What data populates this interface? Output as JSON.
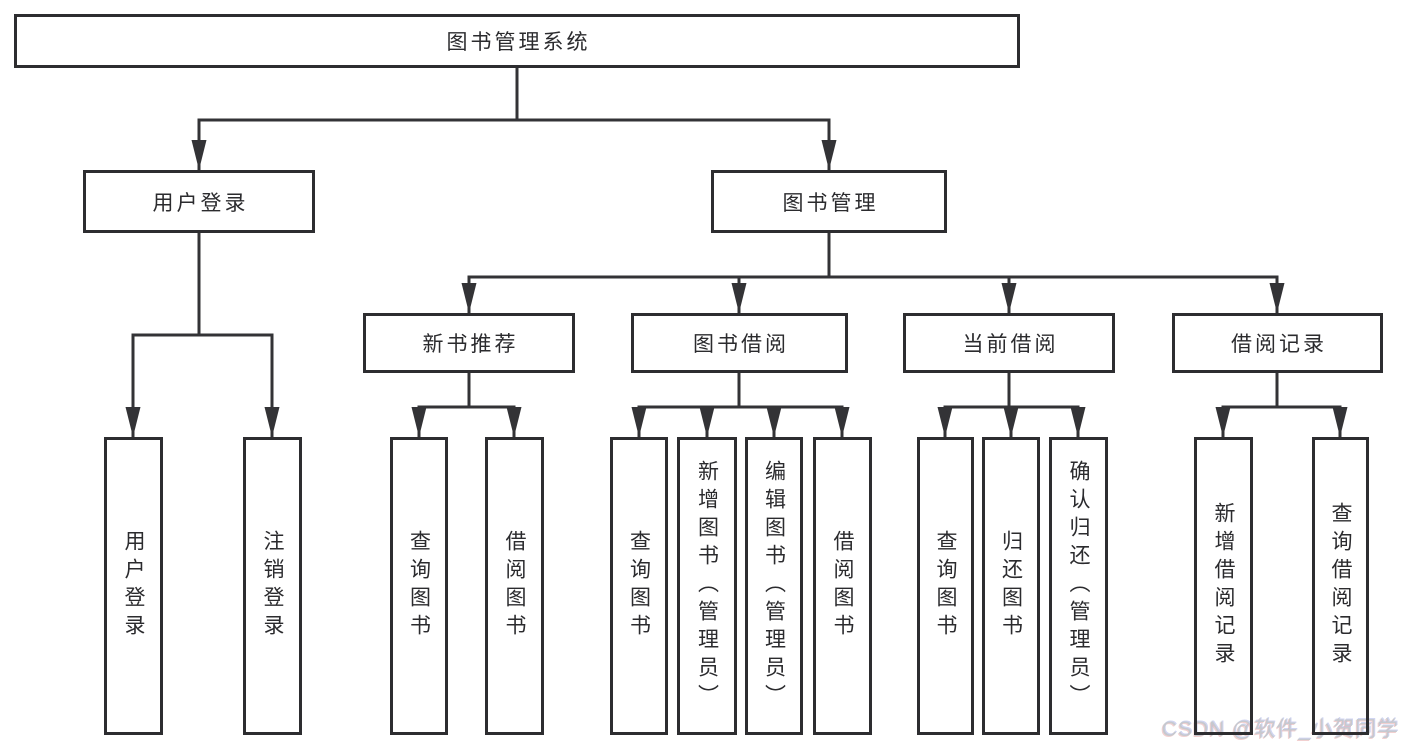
{
  "diagram": {
    "title_node": {
      "label": "图书管理系统"
    },
    "level2": [
      {
        "label": "用户登录",
        "parent": "图书管理系统"
      },
      {
        "label": "图书管理",
        "parent": "图书管理系统"
      }
    ],
    "level3": [
      {
        "label": "新书推荐",
        "parent": "图书管理"
      },
      {
        "label": "图书借阅",
        "parent": "图书管理"
      },
      {
        "label": "当前借阅",
        "parent": "图书管理"
      },
      {
        "label": "借阅记录",
        "parent": "图书管理"
      }
    ],
    "level4": [
      {
        "label": "用户登录",
        "parent": "用户登录"
      },
      {
        "label": "注销登录",
        "parent": "用户登录"
      },
      {
        "label": "查询图书",
        "parent": "新书推荐"
      },
      {
        "label": "借阅图书",
        "parent": "新书推荐"
      },
      {
        "label": "查询图书",
        "parent": "图书借阅"
      },
      {
        "label": "新增图书（管理员）",
        "parent": "图书借阅"
      },
      {
        "label": "编辑图书（管理员）",
        "parent": "图书借阅"
      },
      {
        "label": "借阅图书",
        "parent": "图书借阅"
      },
      {
        "label": "查询图书",
        "parent": "当前借阅"
      },
      {
        "label": "归还图书",
        "parent": "当前借阅"
      },
      {
        "label": "确认归还（管理员）",
        "parent": "当前借阅"
      },
      {
        "label": "新增借阅记录",
        "parent": "借阅记录"
      },
      {
        "label": "查询借阅记录",
        "parent": "借阅记录"
      }
    ]
  },
  "watermark": {
    "text": "CSDN @软件_小贺同学"
  },
  "colors": {
    "line": "#333336",
    "box_border": "#2d2d30",
    "text": "#2b2b2e",
    "watermark": "#c6c9cf",
    "background": "#ffffff"
  }
}
